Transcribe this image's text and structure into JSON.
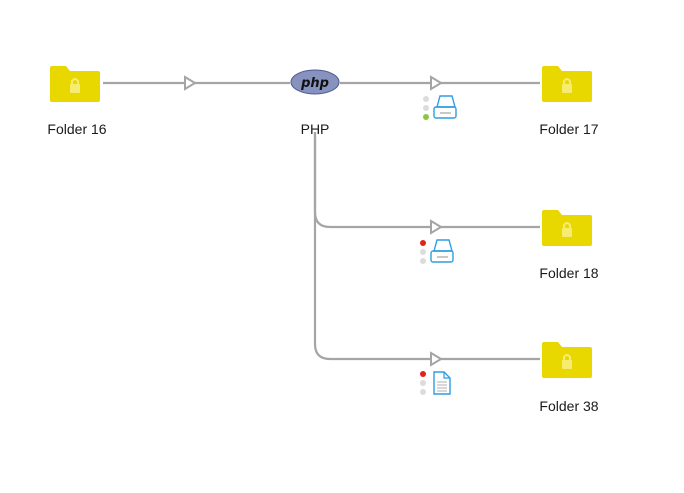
{
  "diagram": {
    "nodes": [
      {
        "id": "folder16",
        "type": "folder",
        "label": "Folder 16",
        "icon": "locked-folder-icon"
      },
      {
        "id": "php",
        "type": "php",
        "label": "PHP",
        "icon": "php-logo-icon",
        "logo_text": "php"
      },
      {
        "id": "folder17",
        "type": "folder",
        "label": "Folder 17",
        "icon": "locked-folder-icon"
      },
      {
        "id": "folder18",
        "type": "folder",
        "label": "Folder 18",
        "icon": "locked-folder-icon"
      },
      {
        "id": "folder38",
        "type": "folder",
        "label": "Folder 38",
        "icon": "locked-folder-icon"
      }
    ],
    "edges": [
      {
        "from": "folder16",
        "to": "php",
        "status": null,
        "icon": null
      },
      {
        "from": "php",
        "to": "folder17",
        "status": "green",
        "status_level": 3,
        "icon": "storage-drive-icon"
      },
      {
        "from": "php",
        "to": "folder18",
        "status": "red",
        "status_level": 1,
        "icon": "storage-drive-icon"
      },
      {
        "from": "php",
        "to": "folder38",
        "status": "red",
        "status_level": 1,
        "icon": "document-icon"
      }
    ],
    "colors": {
      "folder": "#e8d800",
      "folder_lock": "#f5ec70",
      "edge": "#a0a0a0",
      "php_fill": "#8892bf",
      "status_green": "#8cc63f",
      "status_red": "#e2231a",
      "status_off": "#dcdcdc",
      "icon_blue": "#2f9ee0"
    }
  }
}
